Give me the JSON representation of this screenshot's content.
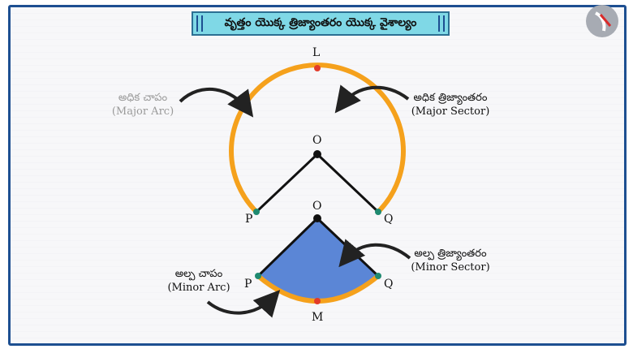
{
  "title": "వృత్తం యొక్క త్రిజ్యాంతరం యొక్క వైశాల్యం",
  "points": {
    "L": "L",
    "O_top": "O",
    "P_top": "P",
    "Q_top": "Q",
    "O_bottom": "O",
    "P_bottom": "P",
    "Q_bottom": "Q",
    "M": "M"
  },
  "labels": {
    "major_arc": {
      "telugu": "అధిక చాపం",
      "english": "(Major Arc)"
    },
    "major_sector": {
      "telugu": "అధిక త్రిజ్యాంతరం",
      "english": "(Major Sector)"
    },
    "minor_sector": {
      "telugu": "అల్ప త్రిజ్యాంతరం",
      "english": "(Minor Sector)"
    },
    "minor_arc": {
      "telugu": "అల్ప చాపం",
      "english": "(Minor Arc)"
    }
  },
  "colors": {
    "arc": "#f5a11c",
    "radius": "#111111",
    "sector_fill": "#5b86d6",
    "end_point": "#1f8a70",
    "mid_point": "#e23b2a",
    "title_bg": "#7fd8e6"
  }
}
